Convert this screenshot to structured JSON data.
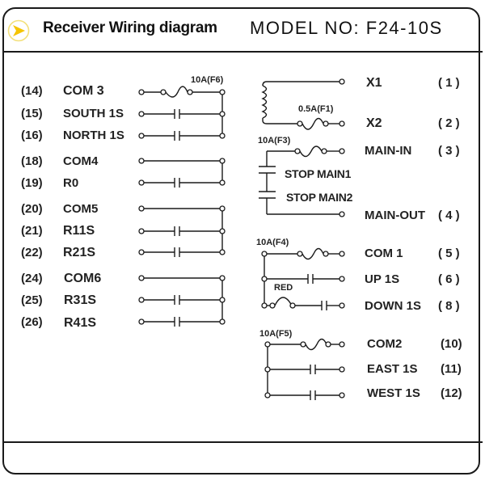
{
  "header": {
    "logo_icon": "arrow-right-circle-icon",
    "title": "Receiver Wiring diagram",
    "model": "MODEL  NO:  F24-10S"
  },
  "colors": {
    "logo_ring": "#f3e07a",
    "logo_arrow": "#f5c400",
    "line": "#1a1a1a"
  },
  "left_terminals": [
    {
      "num": "(14)",
      "label": "COM 3"
    },
    {
      "num": "(15)",
      "label": "SOUTH 1S"
    },
    {
      "num": "(16)",
      "label": "NORTH 1S"
    },
    {
      "num": "(18)",
      "label": "COM4"
    },
    {
      "num": "(19)",
      "label": "R0"
    },
    {
      "num": "(20)",
      "label": "COM5"
    },
    {
      "num": "(21)",
      "label": "R11S"
    },
    {
      "num": "(22)",
      "label": "R21S"
    },
    {
      "num": "(24)",
      "label": "COM6"
    },
    {
      "num": "(25)",
      "label": "R31S"
    },
    {
      "num": "(26)",
      "label": "R41S"
    }
  ],
  "right_terminals": [
    {
      "num": "( 1 )",
      "label": "X1"
    },
    {
      "num": "( 2 )",
      "label": "X2"
    },
    {
      "num": "( 3 )",
      "label": "MAIN-IN"
    },
    {
      "num": "( 4 )",
      "label": "MAIN-OUT"
    },
    {
      "num": "( 5 )",
      "label": "COM 1"
    },
    {
      "num": "( 6 )",
      "label": "UP  1S"
    },
    {
      "num": "( 8 )",
      "label": "DOWN 1S"
    },
    {
      "num": "(10)",
      "label": "COM2"
    },
    {
      "num": "(11)",
      "label": "EAST 1S"
    },
    {
      "num": "(12)",
      "label": "WEST 1S"
    }
  ],
  "fuses": {
    "f6": "10A(F6)",
    "f1": "0.5A(F1)",
    "f3": "10A(F3)",
    "f4": "10A(F4)",
    "f5": "10A(F5)"
  },
  "stops": {
    "stop1": "STOP MAIN1",
    "stop2": "STOP MAIN2"
  },
  "red_label": "RED"
}
